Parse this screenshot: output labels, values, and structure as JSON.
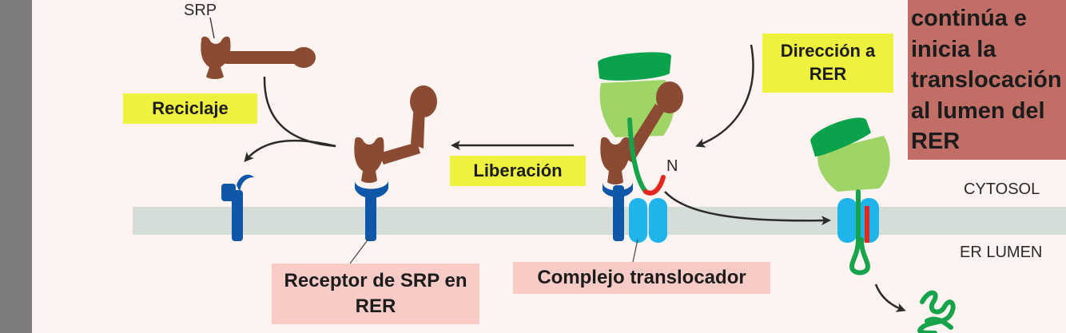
{
  "labels": {
    "srp": "SRP",
    "reciclaje": "Reciclaje",
    "liberacion": "Liberación",
    "direccion_line1": "Dirección a",
    "direccion_line2": "RER",
    "receptor_line1": "Receptor de SRP en",
    "receptor_line2": "RER",
    "complejo": "Complejo translocador",
    "n_terminus": "N",
    "cytosol": "CYTOSOL",
    "er_lumen": "ER LUMEN"
  },
  "side_text": {
    "lines": [
      "continúa e",
      "inicia la",
      "translocación",
      "al lumen del",
      "RER"
    ]
  },
  "colors": {
    "background": "#fdf3f1",
    "membrane": "#d5ddd8",
    "srp_brown": "#8b4a32",
    "receptor_blue": "#0f57a8",
    "translocator_cyan": "#1fb4ea",
    "ribosome_dark": "#0aa24a",
    "ribosome_light": "#9ed566",
    "signal_red": "#e3261e",
    "label_yellow": "#eef23f",
    "label_pink": "#f8cbc6",
    "side_box": "#c06e66"
  }
}
